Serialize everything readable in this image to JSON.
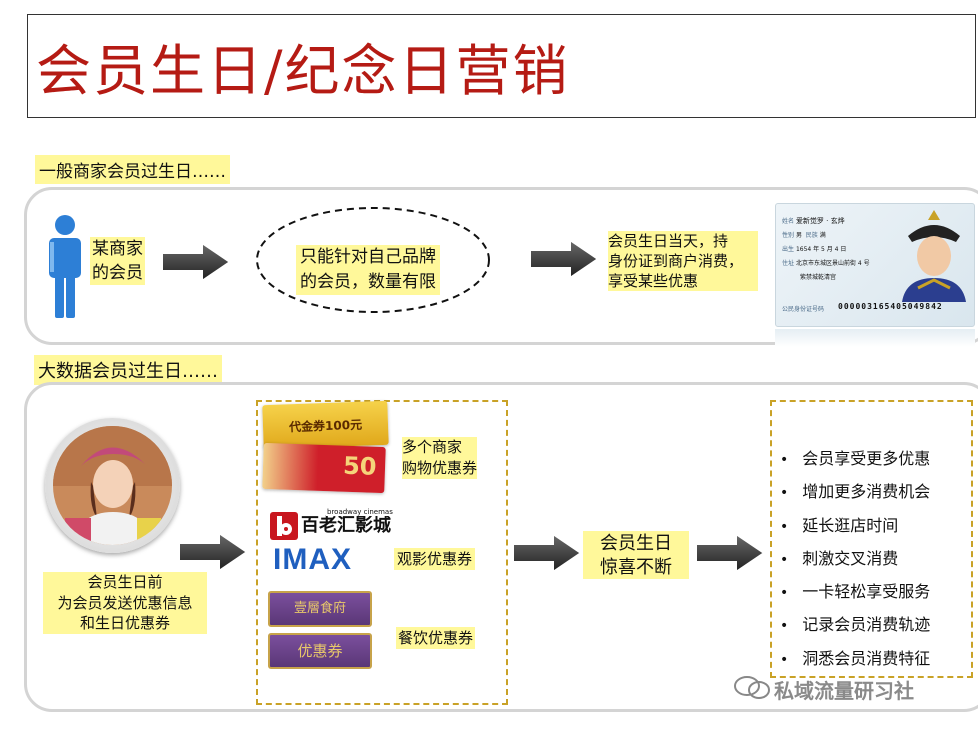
{
  "title": "会员生日/纪念日营销",
  "section1": {
    "label": "一般商家会员过生日……",
    "person_label": [
      "某商家",
      "的会员"
    ],
    "limit_text": [
      "只能针对自己品牌",
      "的会员，数量有限"
    ],
    "result_text": [
      "会员生日当天，持",
      "身份证到商户消费，",
      "享受某些优惠"
    ],
    "id_card": {
      "name_label": "姓名",
      "name": "爱新觉罗 · 玄烨",
      "gender_label": "性别",
      "gender": "男",
      "ethnicity_label": "民族",
      "ethnicity": "满",
      "birth_label": "出生",
      "birth": "1654 年 5 月 4 日",
      "address_label": "住址",
      "address": [
        "北京市东城区景山前街 4 号",
        "紫禁城乾清宫"
      ],
      "id_label": "公民身份证号码",
      "id_number": "000003165405049842"
    }
  },
  "section2": {
    "label": "大数据会员过生日……",
    "person_caption": [
      "会员生日前",
      "为会员发送优惠信息",
      "和生日优惠券"
    ],
    "coupons": {
      "voucher_text": "代金券100元",
      "voucher_value": "50",
      "shopping_label": [
        "多个商家",
        "购物优惠券"
      ],
      "cinema_brand": "百老汇影城",
      "cinema_brand_en": "broadway cinemas",
      "imax": "IMAX",
      "movie_label": "观影优惠券",
      "food_coupon_top": "壹層食府",
      "food_coupon_bottom": "优惠券",
      "food_label": "餐饮优惠券"
    },
    "surprise": [
      "会员生日",
      "惊喜不断"
    ],
    "benefits": [
      "会员享受更多优惠",
      "增加更多消费机会",
      "延长逛店时间",
      "刺激交叉消费",
      "一卡轻松享受服务",
      "记录会员消费轨迹",
      "洞悉会员消费特征"
    ]
  },
  "watermark": "私域流量研习社",
  "colors": {
    "title_red": "#b51b14",
    "highlight_yellow": "#fff89a",
    "dash_gold": "#c9a227",
    "panel_border": "#d4d4d4",
    "person_blue": "#2d7fd6"
  }
}
